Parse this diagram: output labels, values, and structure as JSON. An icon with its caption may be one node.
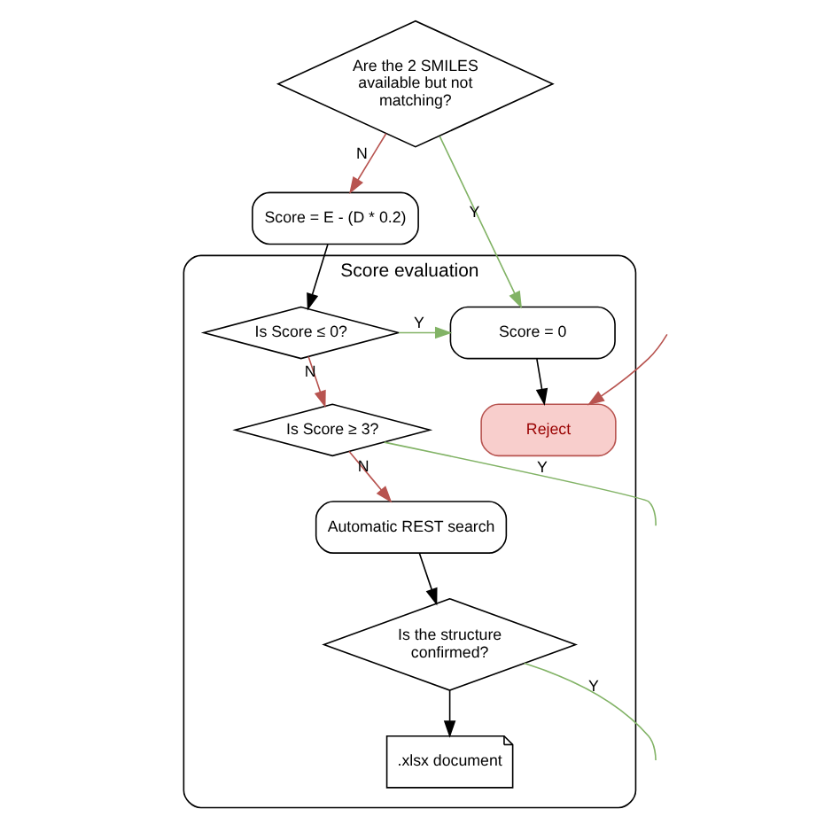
{
  "diagram": {
    "nodes": [
      {
        "text": [
          "Are the 2 SMILES available but not matching?"
        ]
      },
      {
        "text": [
          "Score = E - (D * 0.2)"
        ]
      },
      {
        "text": [
          "Score evaluation"
        ]
      },
      {
        "text": [
          "Score = 0"
        ],
        "in": 2
      },
      {
        "text": [
          "Is Score ≤ 0?"
        ],
        "in": 2
      },
      {
        "text": [
          "Reject"
        ],
        "in": 2
      },
      {
        "text": [
          "Is Score ≥ 3?"
        ],
        "in": 2
      },
      {
        "text": [
          "Automatic REST search"
        ],
        "in": 2
      },
      {
        "text": [
          "Is the structure confirmed?"
        ],
        "in": 2
      },
      {
        "text": [
          ".xlsx document"
        ],
        "in": 2
      }
    ],
    "edges": [
      {
        "from": 0,
        "to": 3,
        "arrow": "to",
        "label": "Y",
        "color": "#82b366"
      },
      {
        "from": 0,
        "to": 1,
        "arrow": "to",
        "label": "N",
        "color": "#b85450"
      },
      {
        "from": 1,
        "to": 4,
        "arrow": "to",
        "color": "#000000"
      },
      {
        "from": 4,
        "to": 3,
        "arrow": "to",
        "label": "Y",
        "color": "#82b366"
      },
      {
        "from": 4,
        "to": 6,
        "arrow": "to",
        "label": "N",
        "color": "#b85450"
      },
      {
        "from": 3,
        "to": 5,
        "arrow": "to",
        "color": "#000000"
      },
      {
        "from": 6,
        "to": 7,
        "arrow": "to",
        "label": "N",
        "color": "#b85450"
      },
      {
        "from": 7,
        "to": 8,
        "arrow": "to",
        "color": "#000000"
      },
      {
        "from": 8,
        "to": 9,
        "arrow": "to",
        "color": "#000000"
      },
      {
        "from": 6,
        "to": null,
        "arrow": "none",
        "label": "Y",
        "color": "#82b366"
      },
      {
        "from": 8,
        "to": null,
        "arrow": "none",
        "label": "Y",
        "color": "#82b366"
      },
      {
        "from": null,
        "to": 5,
        "arrow": "to",
        "color": "#b85450"
      }
    ]
  }
}
